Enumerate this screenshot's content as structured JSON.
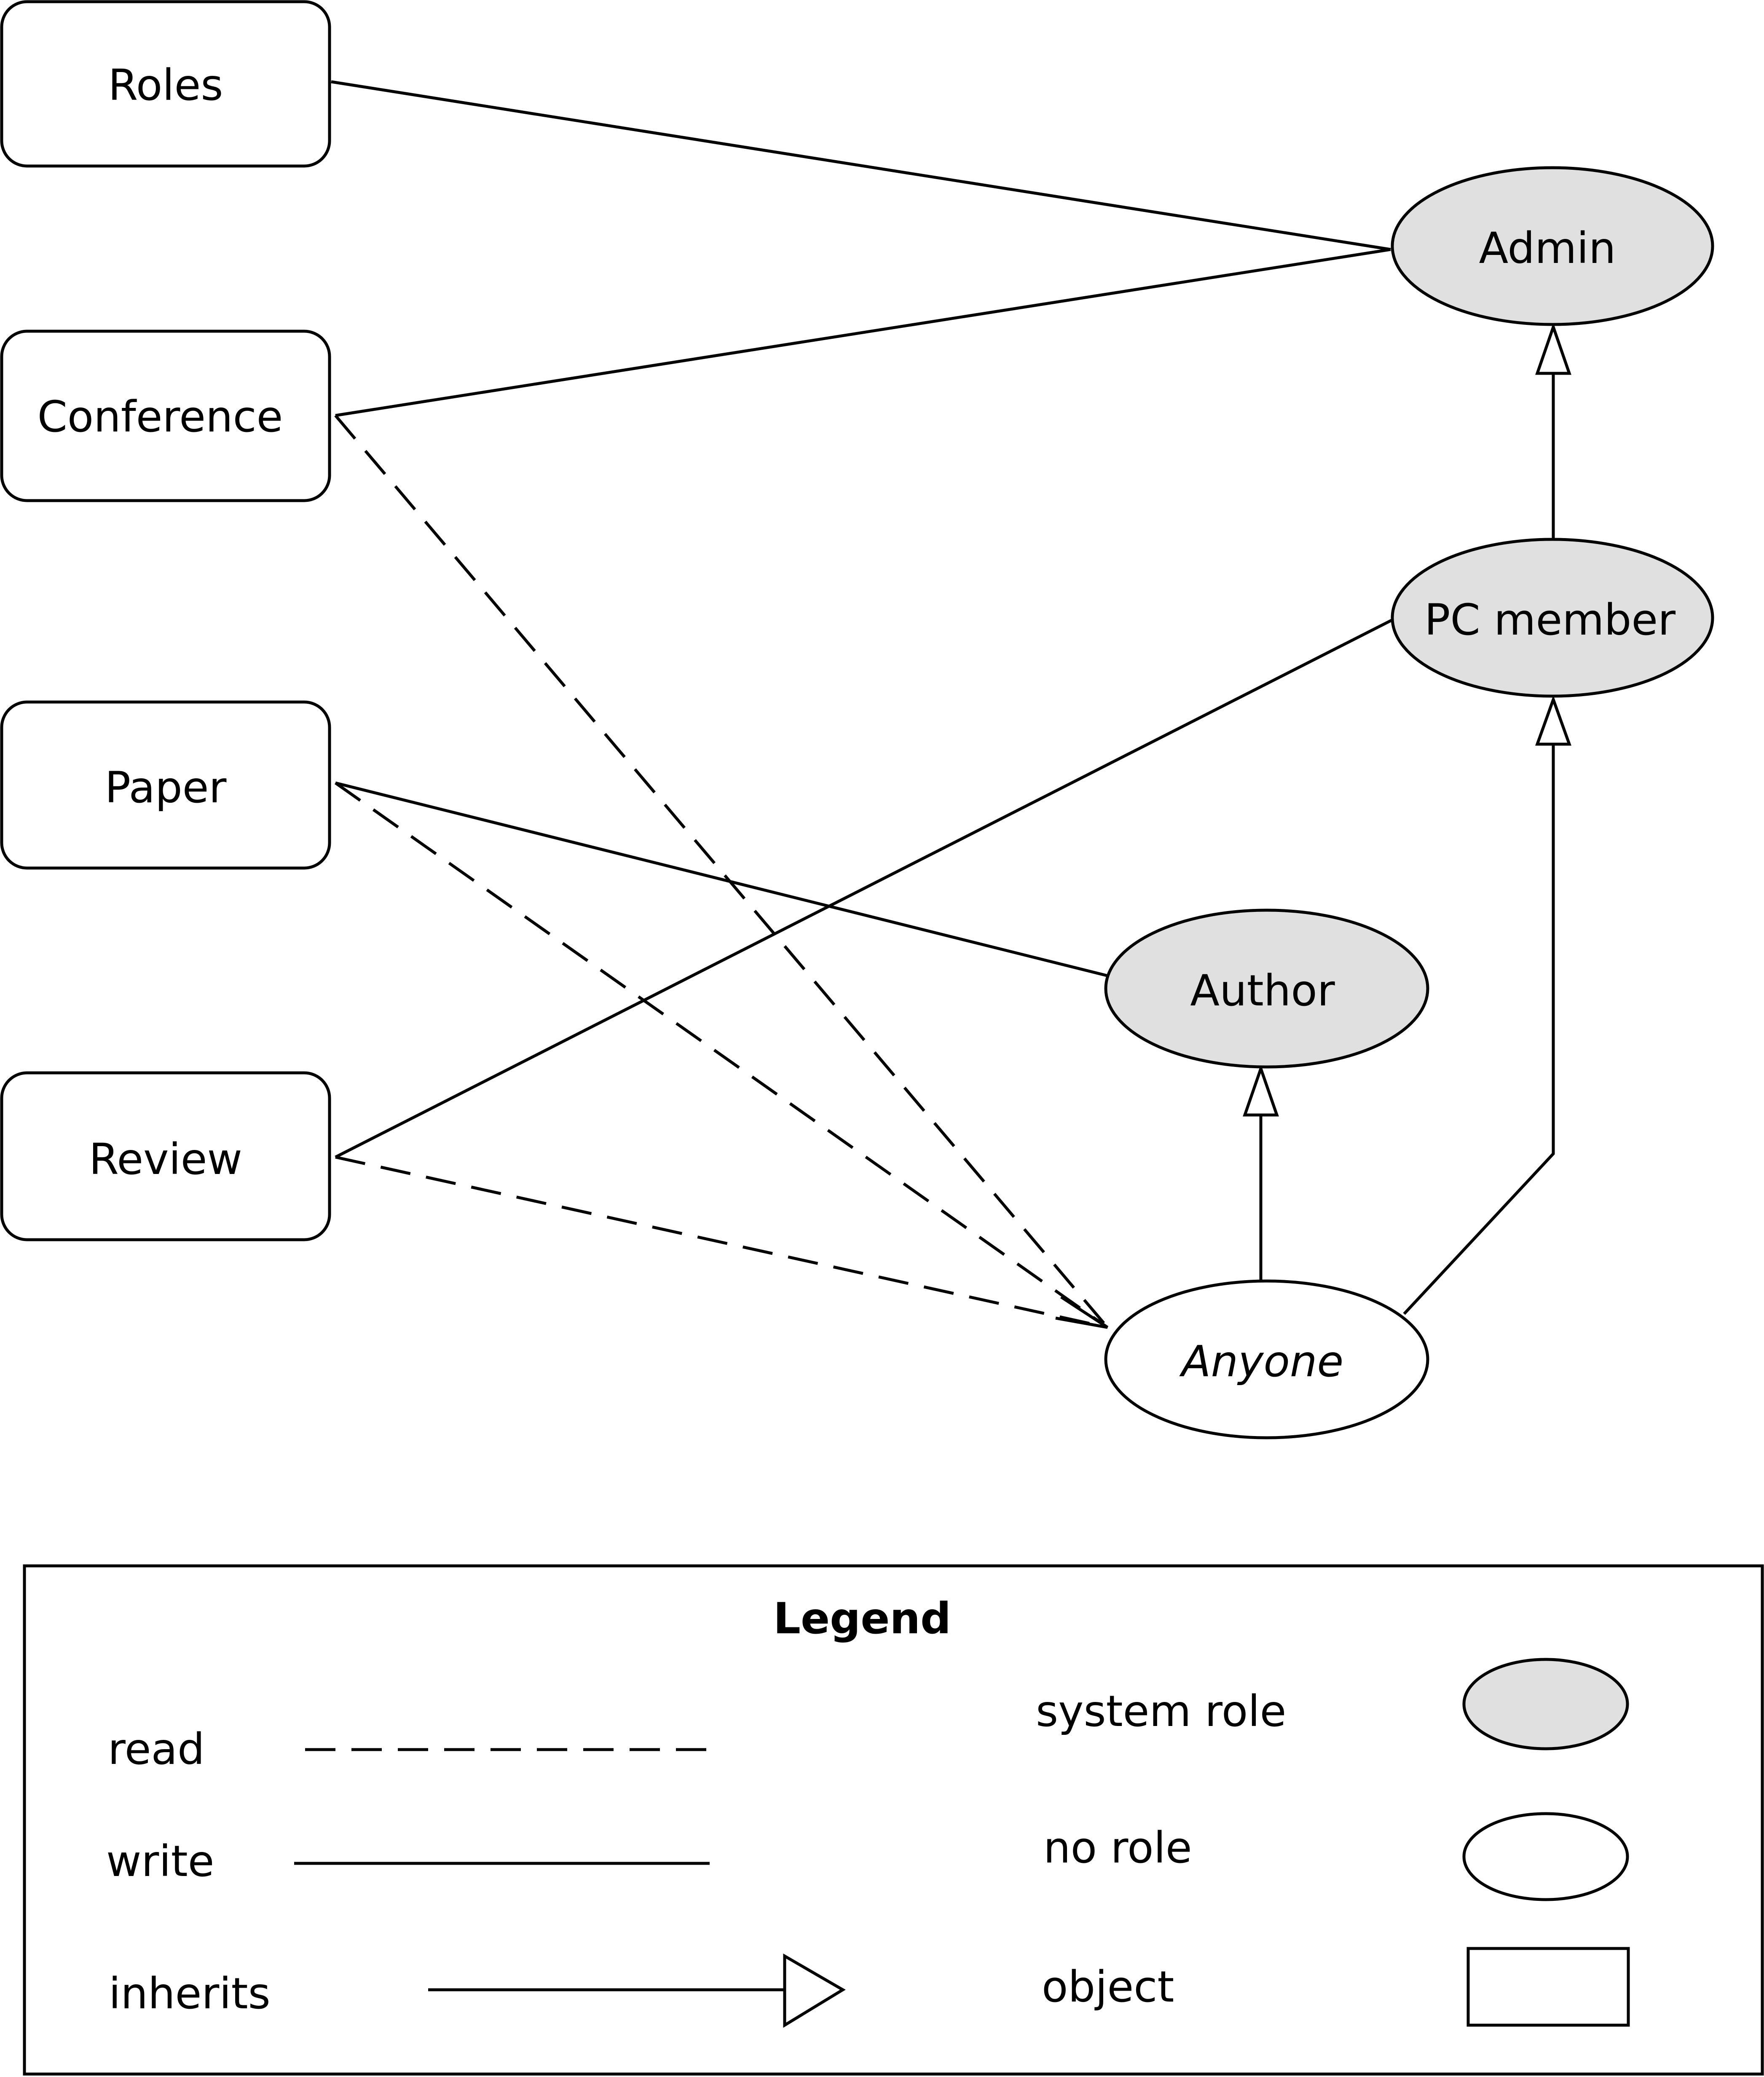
{
  "colors": {
    "stroke": "#000000",
    "system_role_fill": "#e0e0e0",
    "no_role_fill": "#ffffff",
    "object_fill": "#ffffff",
    "background": "#ffffff"
  },
  "objects": {
    "roles": "Roles",
    "conference": "Conference",
    "paper": "Paper",
    "review": "Review"
  },
  "roles": {
    "admin": "Admin",
    "pc_member": "PC member",
    "author": "Author",
    "anyone": "Anyone"
  },
  "relations": [
    {
      "from": "Roles",
      "to": "Admin",
      "kind": "write"
    },
    {
      "from": "Conference",
      "to": "Admin",
      "kind": "write"
    },
    {
      "from": "Conference",
      "to": "Anyone",
      "kind": "read"
    },
    {
      "from": "Paper",
      "to": "Author",
      "kind": "write"
    },
    {
      "from": "Paper",
      "to": "Anyone",
      "kind": "read"
    },
    {
      "from": "Review",
      "to": "PC member",
      "kind": "write"
    },
    {
      "from": "Review",
      "to": "Anyone",
      "kind": "read"
    },
    {
      "from": "PC member",
      "to": "Admin",
      "kind": "inherits"
    },
    {
      "from": "Anyone",
      "to": "Author",
      "kind": "inherits"
    },
    {
      "from": "Anyone",
      "to": "PC member",
      "kind": "inherits"
    }
  ],
  "legend": {
    "title": "Legend",
    "read": "read",
    "write": "write",
    "inherits": "inherits",
    "system_role": "system role",
    "no_role": "no role",
    "object": "object"
  }
}
